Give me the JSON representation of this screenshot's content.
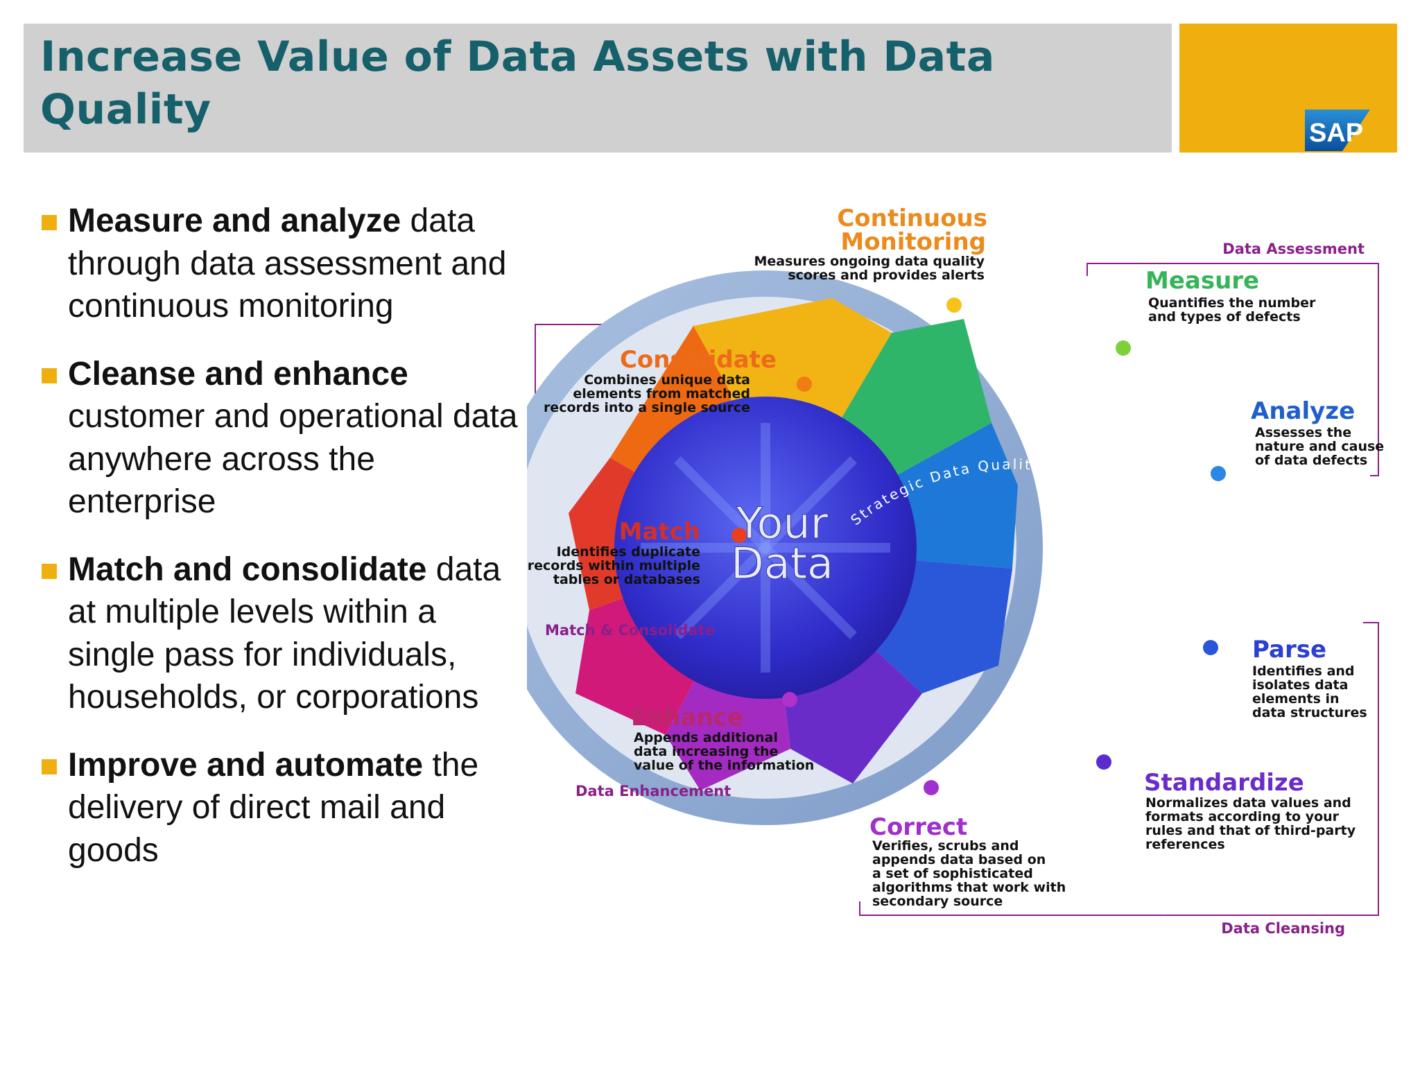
{
  "title": "Increase Value of Data Assets with Data Quality",
  "logo_text": "SAP",
  "colors": {
    "title": "#16606b",
    "accent": "#efb00f",
    "purple": "#8a1f8a"
  },
  "bullets": [
    {
      "bold": "Measure and analyze",
      "rest": " data through data assessment and continuous monitoring"
    },
    {
      "bold": "Cleanse and enhance",
      "rest": " customer and operational data anywhere across the enterprise"
    },
    {
      "bold": "Match and consolidate",
      "rest": " data at multiple levels within a single pass for individuals, households, or corporations"
    },
    {
      "bold": "Improve and automate",
      "rest": " the delivery of direct mail and goods"
    }
  ],
  "diagram": {
    "center_line1": "Your",
    "center_line2": "Data",
    "ring_text": "Strategic Data Quality Consulting",
    "groups": {
      "assessment": "Data Assessment",
      "match": "Match & Consolidate",
      "enhancement": "Data Enhancement",
      "cleansing": "Data Cleansing"
    },
    "stages": {
      "monitoring": {
        "title1": "Continuous",
        "title2": "Monitoring",
        "d1": "Measures ongoing data quality",
        "d2": "scores and provides alerts"
      },
      "measure": {
        "title": "Measure",
        "d1": "Quantifies the number",
        "d2": "and types of defects"
      },
      "analyze": {
        "title": "Analyze",
        "d1": "Assesses the",
        "d2": "nature and cause",
        "d3": "of data defects"
      },
      "parse": {
        "title": "Parse",
        "d1": "Identifies and",
        "d2": "isolates data",
        "d3": "elements in",
        "d4": "data structures"
      },
      "standardize": {
        "title": "Standardize",
        "d1": "Normalizes data values and",
        "d2": "formats according to your",
        "d3": "rules and that of third-party",
        "d4": "references"
      },
      "correct": {
        "title": "Correct",
        "d1": "Verifies, scrubs and",
        "d2": "appends data based on",
        "d3": "a set of sophisticated",
        "d4": "algorithms that work with",
        "d5": "secondary source"
      },
      "enhance": {
        "title": "Enhance",
        "d1": "Appends additional",
        "d2": "data increasing the",
        "d3": "value of the information"
      },
      "match": {
        "title": "Match",
        "d1": "Identifies duplicate",
        "d2": "records within multiple",
        "d3": "tables or databases"
      },
      "consolidate": {
        "title": "Consolidate",
        "d1": "Combines unique data",
        "d2": "elements from matched",
        "d3": "records into a single source"
      }
    }
  }
}
